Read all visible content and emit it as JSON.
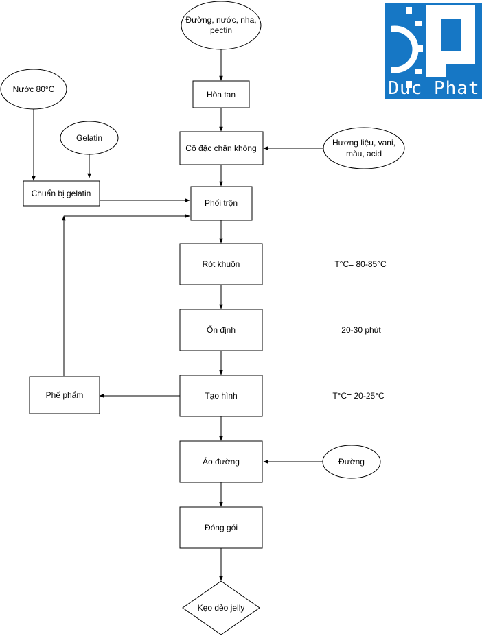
{
  "nodes": {
    "ingredients": {
      "line1": "Đường, nước, nha,",
      "line2": "pectin"
    },
    "hoa_tan": "Hòa tan",
    "co_dac": "Cô đặc chân không",
    "huong_lieu": {
      "line1": "Hương liệu, vani,",
      "line2": "màu, acid"
    },
    "nuoc": "Nước 80°C",
    "gelatin": "Gelatin",
    "chuan_bi": "Chuẩn bị gelatin",
    "phoi_tron": "Phối trộn",
    "rot_khuon": "Rót khuôn",
    "on_dinh": "Ổn định",
    "tao_hinh": "Tạo hình",
    "phe_pham": "Phế phẩm",
    "ao_duong": "Áo đường",
    "duong": "Đường",
    "dong_goi": "Đóng gói",
    "keo": "Kẹo dẻo jelly"
  },
  "notes": {
    "rot_khuon": "T°C= 80-85°C",
    "on_dinh": "20-30 phút",
    "tao_hinh": "T°C= 20-25°C"
  },
  "logo": {
    "text": "Duc Phat",
    "colors": {
      "background": "#1677c5",
      "foreground": "#ffffff"
    }
  },
  "colors": {
    "stroke": "#000000",
    "fill": "#ffffff"
  }
}
